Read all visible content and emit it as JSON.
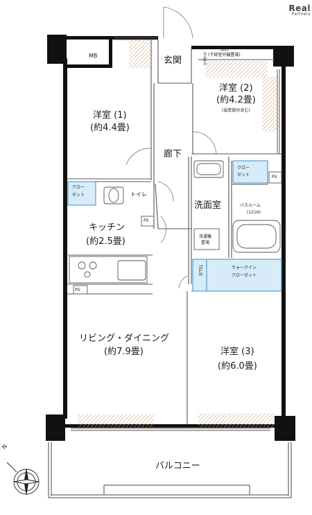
{
  "brand": {
    "line1": "Real",
    "line2": "Partners"
  },
  "rooms": {
    "entrance": "玄関",
    "shoe_box": "下足入",
    "corridor": "廊下",
    "western1_name": "洋室 (1)",
    "western1_size": "(約4.4畳)",
    "western2_name": "洋室 (2)",
    "western2_size": "(約4.2畳)",
    "western2_note": "(出窓部分含む)",
    "western3_name": "洋室 (3)",
    "western3_size": "(約6.0畳)",
    "kitchen_name": "キッチン",
    "kitchen_size": "(約2.5畳)",
    "living_name": "リビング・ダイニング",
    "living_size": "(約7.9畳)",
    "washroom": "洗面室",
    "bathroom": "バスルーム",
    "bath_size": "(1216)",
    "toilet": "トイレ",
    "walkin_line1": "ウォークイン",
    "walkin_line2": "クローゼット",
    "balcony": "バルコニー"
  },
  "fixtures": {
    "mb": "MB",
    "ps": "PS",
    "closet_line1": "クロー",
    "closet_line2": "ゼット",
    "bay_window_line1": "出窓",
    "bay_window_line2": "(下部室外機置場)",
    "laundry_line1": "洗濯機",
    "laundry_line2": "置場",
    "tel_stand": "TEL台"
  },
  "colors": {
    "wall": "#111111",
    "blue_fill": "#d7ecf8",
    "blue_line": "#3a8cc8",
    "hatch": "#c8aa82",
    "line": "#555555"
  },
  "icons": {
    "compass": "compass-icon",
    "north_label": "N"
  }
}
